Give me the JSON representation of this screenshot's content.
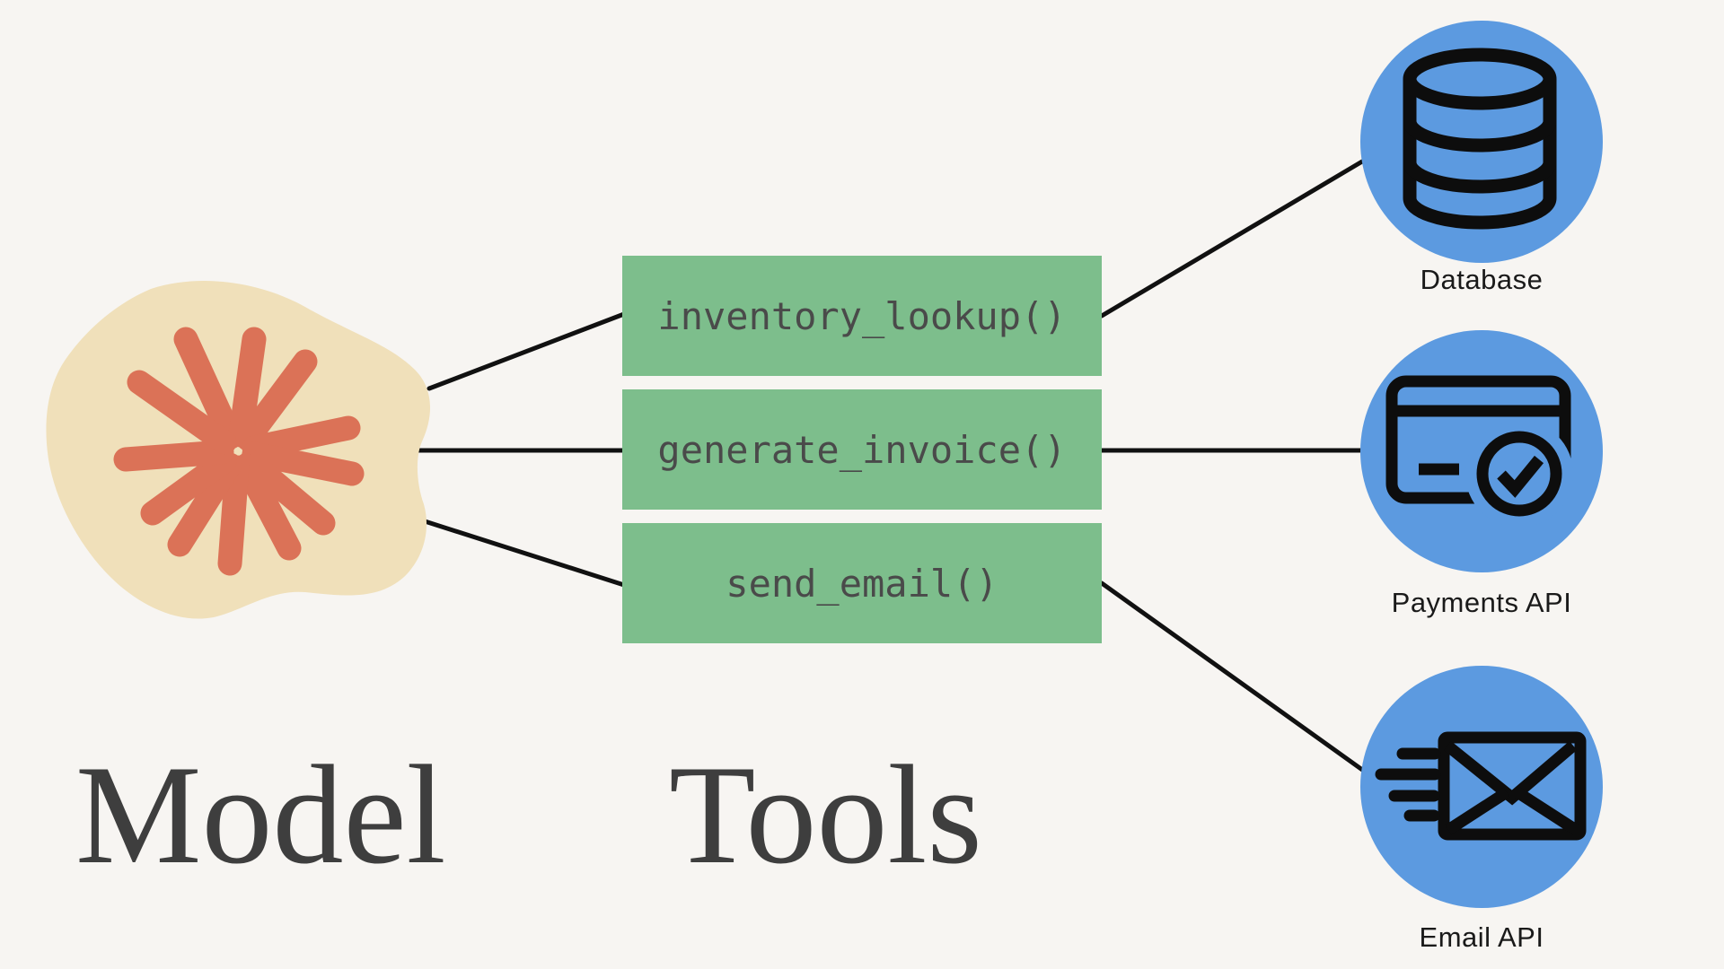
{
  "colors": {
    "bg": "#F7F5F2",
    "blob": "#F0E0BA",
    "star": "#DB7257",
    "tool_box": "#7DBE8C",
    "tool_text": "#4A4A4A",
    "circle": "#5C9AE0",
    "line": "#111111",
    "label_text": "#1A1A1A",
    "heading_text": "#3E3E3E"
  },
  "headings": {
    "model": "Model",
    "tools": "Tools"
  },
  "model": {
    "icon": "starburst-blob-icon"
  },
  "tools": [
    {
      "label": "inventory_lookup()"
    },
    {
      "label": "generate_invoice()"
    },
    {
      "label": "send_email()"
    }
  ],
  "services": [
    {
      "label": "Database",
      "icon": "database-icon"
    },
    {
      "label": "Payments API",
      "icon": "credit-card-check-icon"
    },
    {
      "label": "Email API",
      "icon": "email-send-icon"
    }
  ],
  "connections": {
    "model_to_tools": [
      "inventory_lookup()",
      "generate_invoice()",
      "send_email()"
    ],
    "tool_to_service": {
      "inventory_lookup()": "Database",
      "generate_invoice()": "Payments API",
      "send_email()": "Email API"
    }
  }
}
